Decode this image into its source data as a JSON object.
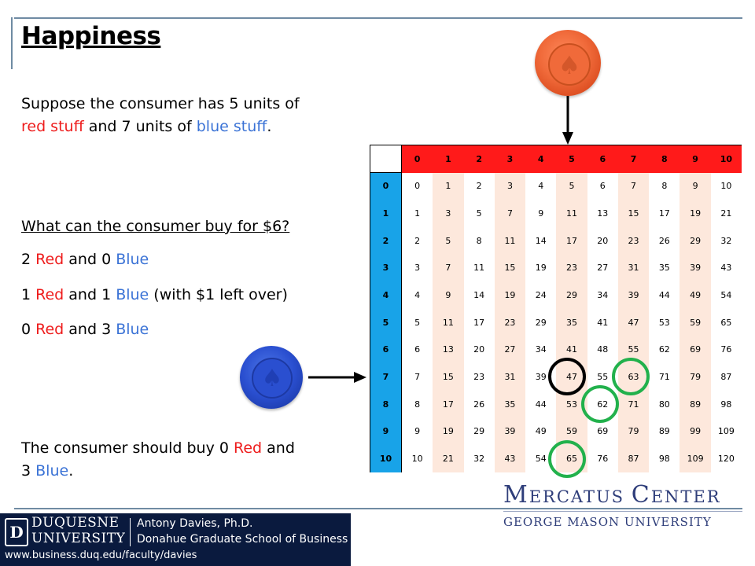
{
  "slide": {
    "title": "Happiness",
    "intro": {
      "l1": "Suppose the consumer has 5 units of",
      "l2_red": "red stuff",
      "l2_mid": " and 7 units of ",
      "l2_blue": "blue stuff",
      "l2_end": "."
    },
    "question": "What can the consumer buy for $6?",
    "options": [
      {
        "a": "2 ",
        "red": "Red",
        "b": " and 0 ",
        "blue": "Blue",
        "c": ""
      },
      {
        "a": "1 ",
        "red": "Red",
        "b": " and 1 ",
        "blue": "Blue",
        "c": " (with $1 left over)"
      },
      {
        "a": "0 ",
        "red": "Red",
        "b": " and 3 ",
        "blue": "Blue",
        "c": ""
      }
    ],
    "conclusion": {
      "a": "The consumer should buy 0 ",
      "red": "Red",
      "b": " and",
      "c": "3 ",
      "blue": "Blue",
      "d": "."
    }
  },
  "table": {
    "col_headers": [
      "0",
      "1",
      "2",
      "3",
      "4",
      "5",
      "6",
      "7",
      "8",
      "9",
      "10"
    ],
    "row_headers": [
      "0",
      "1",
      "2",
      "3",
      "4",
      "5",
      "6",
      "7",
      "8",
      "9",
      "10"
    ],
    "rows": [
      [
        "0",
        "1",
        "2",
        "3",
        "4",
        "5",
        "6",
        "7",
        "8",
        "9",
        "10"
      ],
      [
        "1",
        "3",
        "5",
        "7",
        "9",
        "11",
        "13",
        "15",
        "17",
        "19",
        "21"
      ],
      [
        "2",
        "5",
        "8",
        "11",
        "14",
        "17",
        "20",
        "23",
        "26",
        "29",
        "32"
      ],
      [
        "3",
        "7",
        "11",
        "15",
        "19",
        "23",
        "27",
        "31",
        "35",
        "39",
        "43"
      ],
      [
        "4",
        "9",
        "14",
        "19",
        "24",
        "29",
        "34",
        "39",
        "44",
        "49",
        "54"
      ],
      [
        "5",
        "11",
        "17",
        "23",
        "29",
        "35",
        "41",
        "47",
        "53",
        "59",
        "65"
      ],
      [
        "6",
        "13",
        "20",
        "27",
        "34",
        "41",
        "48",
        "55",
        "62",
        "69",
        "76"
      ],
      [
        "7",
        "15",
        "23",
        "31",
        "39",
        "47",
        "55",
        "63",
        "71",
        "79",
        "87"
      ],
      [
        "8",
        "17",
        "26",
        "35",
        "44",
        "53",
        "62",
        "71",
        "80",
        "89",
        "98"
      ],
      [
        "9",
        "19",
        "29",
        "39",
        "49",
        "59",
        "69",
        "79",
        "89",
        "99",
        "109"
      ],
      [
        "10",
        "21",
        "32",
        "43",
        "54",
        "65",
        "76",
        "87",
        "98",
        "109",
        "120"
      ]
    ]
  },
  "logos": {
    "mercatus": {
      "m": "M",
      "ercatus": "ERCATUS ",
      "c": "C",
      "enter": "ENTER",
      "sub": "GEORGE MASON UNIVERSITY"
    },
    "duquesne": {
      "logo_letter": "D",
      "line1": "DUQUESNE",
      "line2": "UNIVERSITY",
      "person1": "Antony Davies, Ph.D.",
      "person2": "Donahue Graduate School of Business",
      "url": "www.business.duq.edu/faculty/davies"
    }
  },
  "colors": {
    "red_text": "#ee1c1c",
    "blue_text": "#3b73d6",
    "red_header": "#ff1a1a",
    "blue_header": "#18a3e8",
    "cell_pink": "#fde8dc",
    "circle_green": "#22b14c"
  },
  "icons": {
    "red_chip": "red-poker-chip-icon",
    "blue_chip": "blue-poker-chip-icon"
  }
}
